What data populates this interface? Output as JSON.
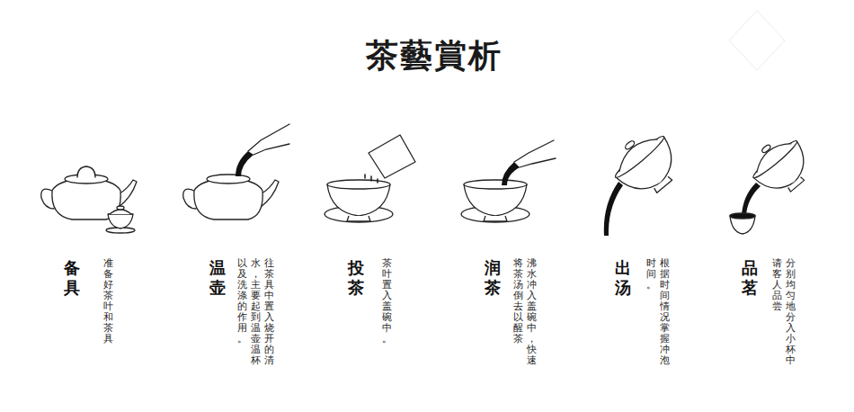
{
  "diagram": {
    "title": "茶藝賞析",
    "labels": [
      "备具",
      "准备好茶叶和茶具",
      "温壶",
      "往茶具中置入烧开的清水，主要起到温壶温杯以及洗涤的作用。",
      "投茶",
      "茶叶置入盖碗中。",
      "润茶",
      "沸水冲入盖碗中，快速将茶汤倒去以醒茶",
      "出汤",
      "根据时间情况掌握冲泡时间。",
      "品茗",
      "分别均匀地分入小杯中请客人品尝"
    ]
  }
}
